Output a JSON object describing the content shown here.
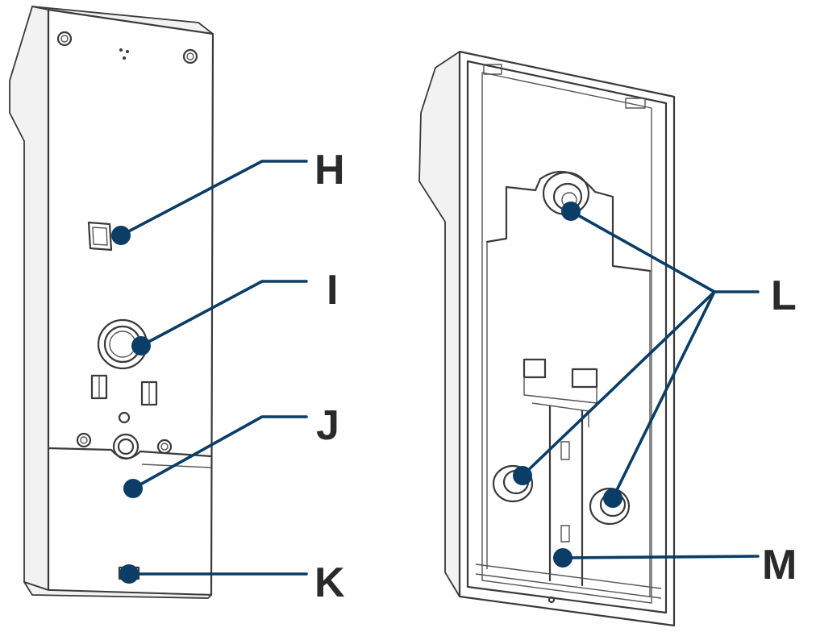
{
  "callouts": {
    "h": "H",
    "i": "I",
    "j": "J",
    "k": "K",
    "l": "L",
    "m": "M"
  },
  "colors": {
    "callout": "#0b3d66",
    "line_art": "#3a3a3a",
    "background": "#ffffff"
  }
}
